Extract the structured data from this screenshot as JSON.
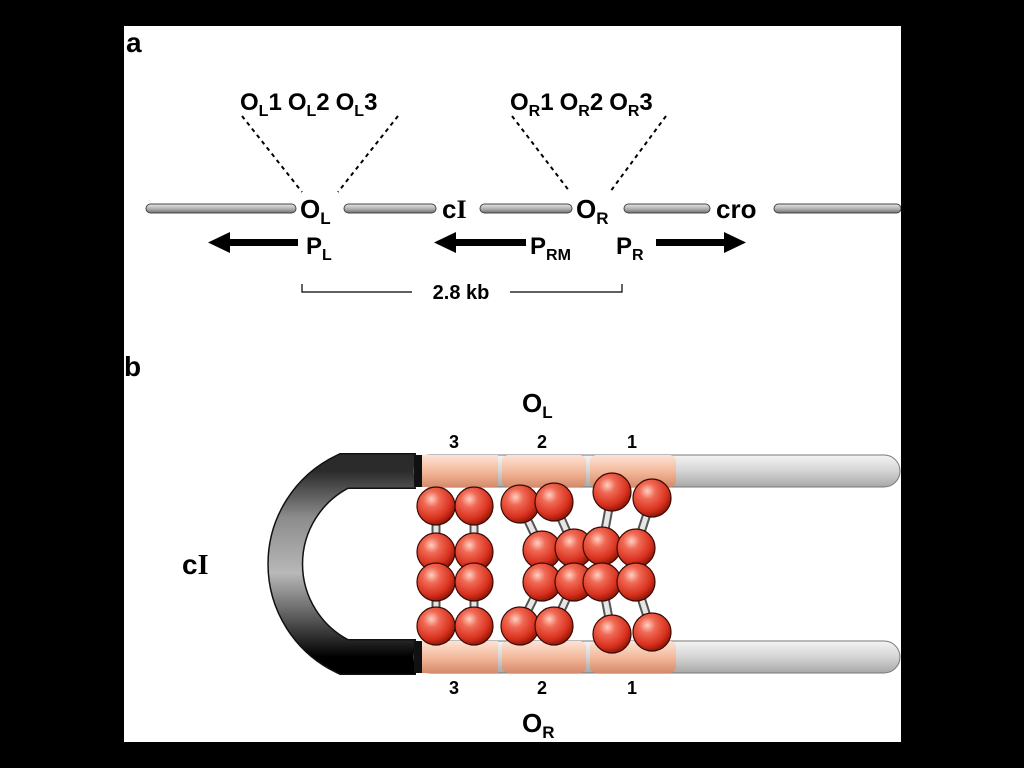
{
  "panel_a": {
    "letter": "a",
    "ol_sites": {
      "o": "O",
      "sub": "L",
      "n1": "1",
      "n2": "2",
      "n3": "3"
    },
    "or_sites": {
      "o": "O",
      "sub": "R",
      "n1": "1",
      "n2": "2",
      "n3": "3"
    },
    "ol_label": {
      "o": "O",
      "sub": "L"
    },
    "or_label": {
      "o": "O",
      "sub": "R"
    },
    "ci_label": {
      "c": "c",
      "roman": "I"
    },
    "cro_label": "cro",
    "pl_label": {
      "p": "P",
      "sub": "L"
    },
    "prm_label": {
      "p": "P",
      "sub": "RM"
    },
    "pr_label": {
      "p": "P",
      "sub": "R"
    },
    "distance": "2.8 kb"
  },
  "panel_b": {
    "letter": "b",
    "ol_title": {
      "o": "O",
      "sub": "L"
    },
    "or_title": {
      "o": "O",
      "sub": "R"
    },
    "ci_label": {
      "c": "c",
      "roman": "I"
    },
    "top_numbers": [
      "3",
      "2",
      "1"
    ],
    "bottom_numbers": [
      "3",
      "2",
      "1"
    ]
  },
  "colors": {
    "dna_gray": "#b3b3b3",
    "operator_peach": "#f0b497",
    "protein_red": "#e0301e",
    "arrow": "#000000"
  }
}
